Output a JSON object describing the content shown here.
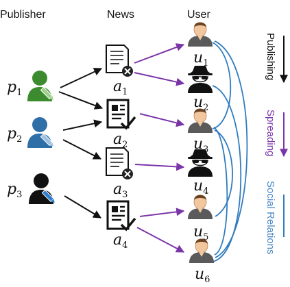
{
  "headers": {
    "publisher": "Publisher",
    "news": "News",
    "user": "User"
  },
  "publishers": [
    {
      "base": "p",
      "sub": "1",
      "color": "#3d8b2f"
    },
    {
      "base": "p",
      "sub": "2",
      "color": "#2e6fa8"
    },
    {
      "base": "p",
      "sub": "3",
      "color": "#111111"
    }
  ],
  "news": [
    {
      "base": "a",
      "sub": "1",
      "type": "fake"
    },
    {
      "base": "a",
      "sub": "2",
      "type": "real"
    },
    {
      "base": "a",
      "sub": "3",
      "type": "fake"
    },
    {
      "base": "a",
      "sub": "4",
      "type": "real"
    }
  ],
  "users": [
    {
      "base": "u",
      "sub": "1",
      "type": "normal"
    },
    {
      "base": "u",
      "sub": "2",
      "type": "spy"
    },
    {
      "base": "u",
      "sub": "3",
      "type": "normal"
    },
    {
      "base": "u",
      "sub": "4",
      "type": "spy"
    },
    {
      "base": "u",
      "sub": "5",
      "type": "normal"
    },
    {
      "base": "u",
      "sub": "6",
      "type": "normal"
    }
  ],
  "legend": {
    "publishing": "Publishing",
    "spreading": "Spreading",
    "social_relations": "Social Relations"
  },
  "colors": {
    "publishing": "#111111",
    "spreading": "#7a35a8",
    "social": "#2f7cc0",
    "social_text": "#4a86c5",
    "spreading_text": "#7a35a8"
  }
}
